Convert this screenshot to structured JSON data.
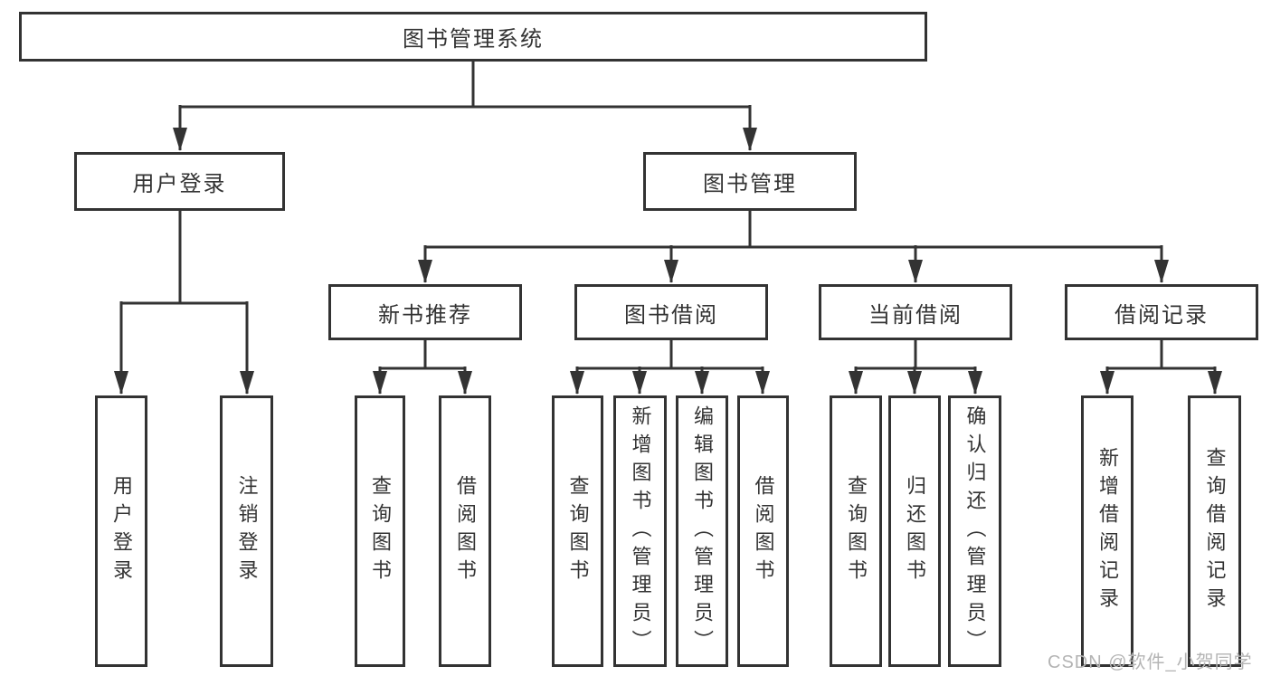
{
  "diagram": {
    "root": {
      "label": "图书管理系统"
    },
    "children": [
      {
        "label": "用户登录",
        "children": [
          {
            "label": "用户登录"
          },
          {
            "label": "注销登录"
          }
        ]
      },
      {
        "label": "图书管理",
        "children": [
          {
            "label": "新书推荐",
            "children": [
              {
                "label": "查询图书"
              },
              {
                "label": "借阅图书"
              }
            ]
          },
          {
            "label": "图书借阅",
            "children": [
              {
                "label": "查询图书"
              },
              {
                "label": "新增图书（管理员）"
              },
              {
                "label": "编辑图书（管理员）"
              },
              {
                "label": "借阅图书"
              }
            ]
          },
          {
            "label": "当前借阅",
            "children": [
              {
                "label": "查询图书"
              },
              {
                "label": "归还图书"
              },
              {
                "label": "确认归还（管理员）"
              }
            ]
          },
          {
            "label": "借阅记录",
            "children": [
              {
                "label": "新增借阅记录"
              },
              {
                "label": "查询借阅记录"
              }
            ]
          }
        ]
      }
    ]
  },
  "watermark": {
    "text": "CSDN @软件_小贺同学",
    "color": "#b4b4b4"
  },
  "colors": {
    "line": "#333333",
    "text": "#333333",
    "background": "#ffffff"
  }
}
